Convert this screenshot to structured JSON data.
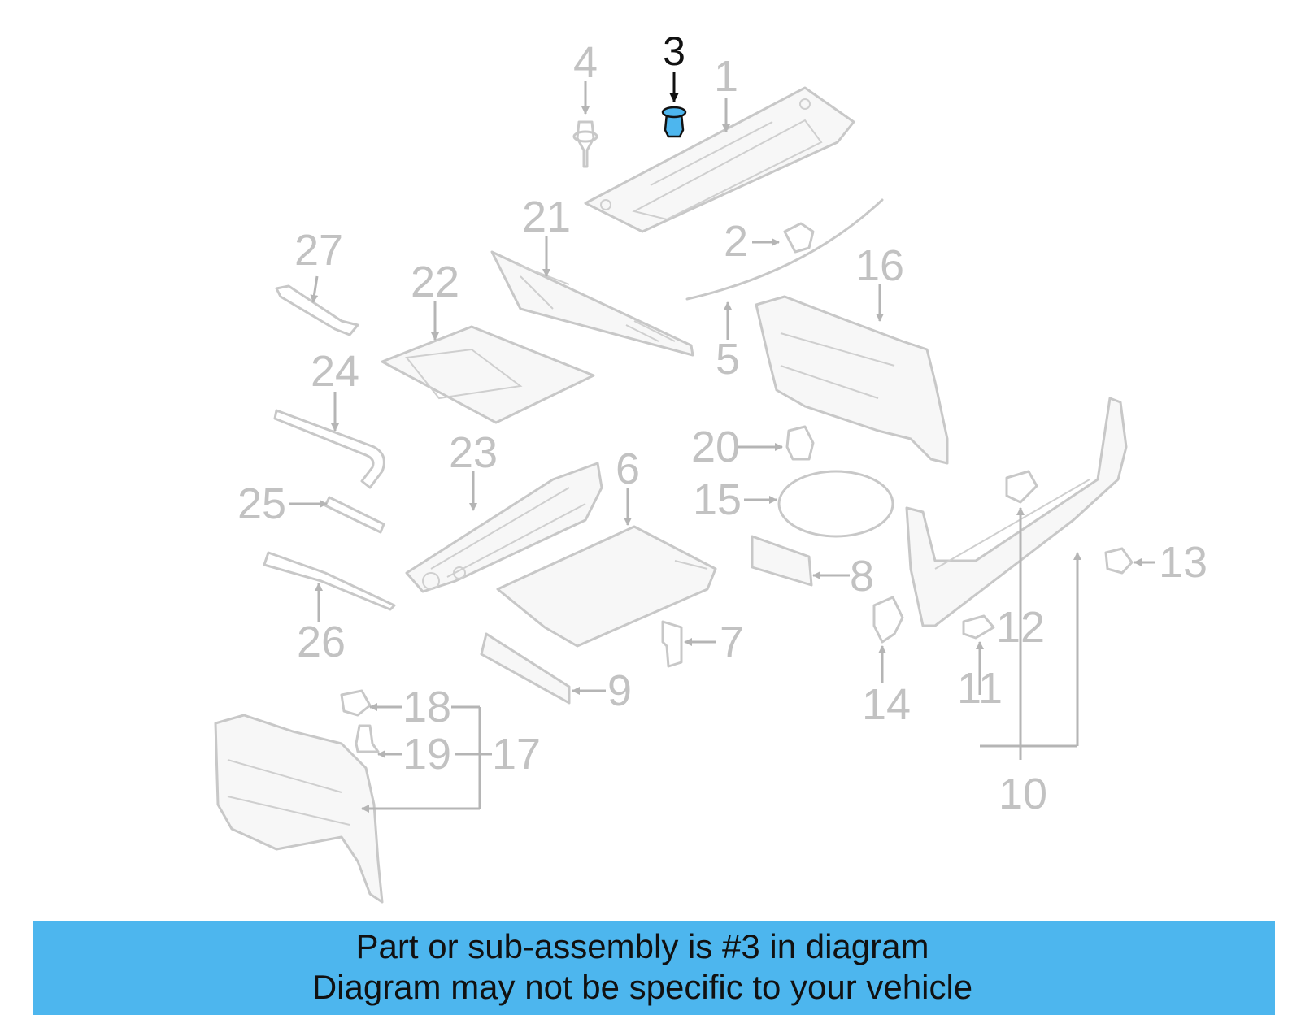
{
  "highlight_color": "#4db6ee",
  "highlighted_part": "3",
  "callouts": {
    "c1": "1",
    "c2": "2",
    "c3": "3",
    "c4": "4",
    "c5": "5",
    "c6": "6",
    "c7": "7",
    "c8": "8",
    "c9": "9",
    "c10": "10",
    "c11": "11",
    "c12": "12",
    "c13": "13",
    "c14": "14",
    "c15": "15",
    "c16": "16",
    "c17": "17",
    "c18": "18",
    "c19": "19",
    "c20": "20",
    "c21": "21",
    "c22": "22",
    "c23": "23",
    "c24": "24",
    "c25": "25",
    "c26": "26",
    "c27": "27"
  },
  "banner": {
    "line1": "Part or sub-assembly is #3 in diagram",
    "line2": "Diagram may not be specific to your vehicle"
  }
}
